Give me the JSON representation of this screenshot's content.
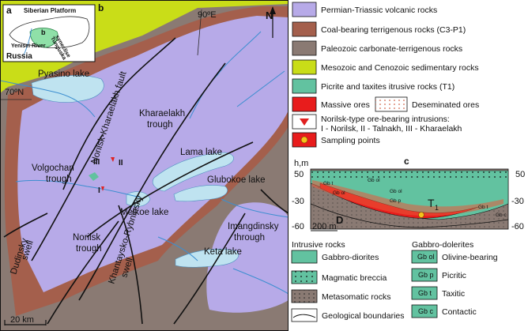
{
  "map": {
    "panel_a": "a",
    "panel_b": "b",
    "inset": {
      "platform": "Siberian Platform",
      "river": "Yenisei River",
      "b_mark": "b",
      "tunguska": "Tunguska",
      "syneclise": "syneclise",
      "country": "Russia"
    },
    "lat_label": "70ºN",
    "lon_label": "90ºE",
    "north": "N",
    "lakes": [
      "Pyasino lake",
      "Lama lake",
      "Glubokoe lake",
      "Melkoe lake",
      "Keta lake"
    ],
    "troughs": [
      "Kharaelakh",
      "trough",
      "Volgochan",
      "trough",
      "Norilsk",
      "trough",
      "Imangdinsky",
      "through"
    ],
    "swells": [
      "Dudinsky",
      "swell",
      "Khantaysko-Rybninsky",
      "swell"
    ],
    "fault": "Norilsk-Kharaelakh fault",
    "intrusion_marks": [
      "I",
      "II",
      "III"
    ],
    "scale": "20 km"
  },
  "legend": {
    "items": [
      {
        "label": "Permian-Triassic volcanic rocks",
        "color": "#b7aae8"
      },
      {
        "label": "Coal-bearing terrigenous rocks (C3-P1)",
        "color": "#a45f4c"
      },
      {
        "label": "Paleozoic carbonate-terrigenous rocks",
        "color": "#8a7a73"
      },
      {
        "label": "Mesozoic and Cenozoic sedimentary rocks",
        "color": "#c9dd18"
      },
      {
        "label": "Picrite and taxites itrusive rocks (T1)",
        "color": "#62c2a0"
      }
    ],
    "massive": "Massive ores",
    "disseminated": "Deseminated ores",
    "intrusions_title": "Norilsk-type ore-bearing intrusions:",
    "intrusions_names": "I - Norilsk,  II - Talnakh, III - Kharaelakh",
    "sampling": "Sampling points"
  },
  "section": {
    "label": "c",
    "axis_title": "h,m",
    "left_ticks": [
      "50",
      "-30",
      "-60"
    ],
    "right_ticks": [
      "50",
      "-30",
      "-60"
    ],
    "scale": "200 m",
    "body_label": "T",
    "body_sub": "1",
    "d_label": "D",
    "unit_tags": [
      "Gb ol",
      "Gb ol",
      "Gb t",
      "Gb ol",
      "Gb p",
      "Gb t",
      "Gb c"
    ]
  },
  "bottom_legend": {
    "intrusive_title": "Intrusive rocks",
    "gabbro_diorites": "Gabbro-diorites",
    "breccia": "Magmatic breccia",
    "metasomatic": "Metasomatic rocks",
    "boundaries": "Geological boundaries",
    "dolerites_title": "Gabbro-dolerites",
    "dolerites": [
      {
        "tag": "Gb ol",
        "label": "Olivine-bearing"
      },
      {
        "tag": "Gb p",
        "label": "Picritic"
      },
      {
        "tag": "Gb t",
        "label": "Taxitic"
      },
      {
        "tag": "Gb c",
        "label": "Contactic"
      }
    ]
  }
}
